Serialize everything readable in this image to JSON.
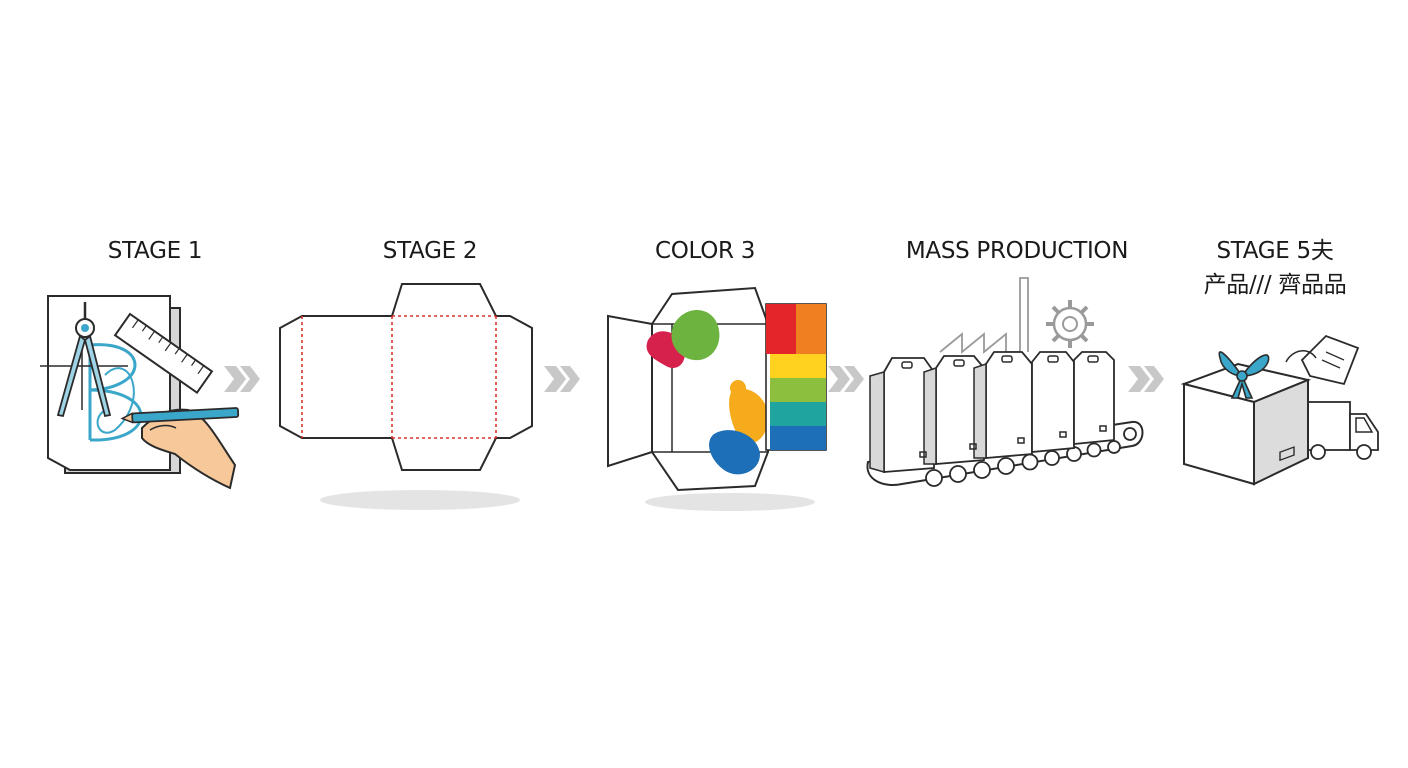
{
  "diagram": {
    "stages": [
      {
        "label": "STAGE 1",
        "icon": "drafting-design-icon"
      },
      {
        "label": "STAGE 2",
        "icon": "box-dieline-icon"
      },
      {
        "label": "COLOR 3",
        "icon": "color-printing-icon"
      },
      {
        "label": "MASS PRODUCTION",
        "icon": "factory-conveyor-icon"
      },
      {
        "label": "STAGE 5夫",
        "label_line2": "产品/// 齊品品",
        "icon": "gift-delivery-icon"
      }
    ],
    "arrows": 4,
    "colors": {
      "line": "#2b2b2b",
      "accent_blue": "#3aa6c9",
      "dieline_red": "#d9342b",
      "arrow_gray": "#c8c8c8",
      "skin": "#f6c89a"
    },
    "color_swatches": [
      "#e3262a",
      "#f07f21",
      "#ffd21f",
      "#8dbf3f",
      "#1fa4a0",
      "#1d6fb8"
    ]
  }
}
